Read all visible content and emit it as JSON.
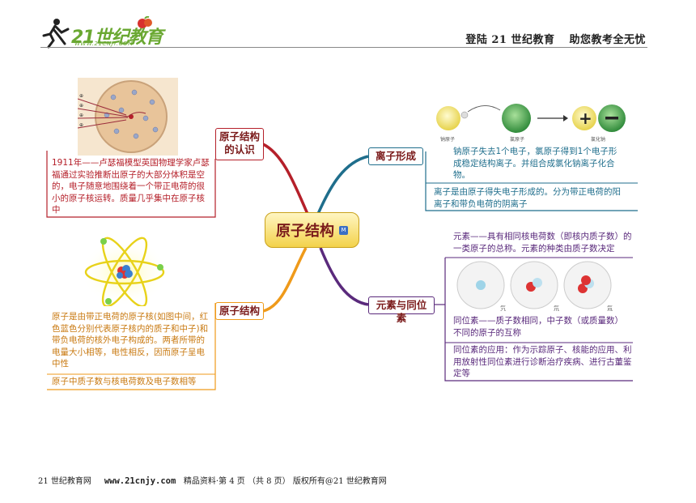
{
  "header": {
    "logo_text": "21世纪教育",
    "logo_url": "WWW.21CNJY.COM",
    "right_1": "登陆 21 世纪教育",
    "right_2": "助您教考全无忧"
  },
  "mindmap": {
    "center": "原子结构",
    "center_badge": "M",
    "branches": {
      "cognition": {
        "label": "原子结构的认识",
        "note": "1911年——卢瑟福模型英国物理学家卢瑟福通过实验推断出原子的大部分体积是空的，电子随意地围绕着一个带正电荷的很小的原子核运转。质量几乎集中在原子核中"
      },
      "structure": {
        "label": "原子结构",
        "note1": "原子是由带正电荷的原子核(如图中间，红色蓝色分别代表原子核内的质子和中子)和带负电荷的核外电子构成的。两者所带的电量大小相等，电性相反，因而原子呈电中性",
        "note2": "原子中质子数与核电荷数及电子数相等"
      },
      "ion": {
        "label": "离子形成",
        "note1": "钠原子失去1个电子，氯原子得到1个电子形成稳定结构离子。并组合成氯化钠离子化合物。",
        "note2": "离子是由原子得失电子形成的。分为带正电荷的阳离子和带负电荷的阴离子",
        "labels": [
          "钠原子",
          "氯原子",
          "氯化钠"
        ]
      },
      "element": {
        "label": "元素与同位素",
        "note1": "元素——具有相同核电荷数（即核内质子数）的一类原子的总称。元素的种类由质子数决定",
        "note2": "同位素——质子数相同，中子数（或质量数）不同的原子的互称",
        "note3": "同位素的应用：作为示踪原子、核能的应用、利用放射性同位素进行诊断治疗疾病、进行古董鉴定等",
        "isotopes": [
          "氕",
          "氘",
          "氚"
        ]
      }
    }
  },
  "footer": {
    "site": "21 世纪教育网",
    "url": "www.21cnjy.com",
    "info": "精品资料·第 4 页 （共 8 页） 版权所有@21 世纪教育网"
  },
  "colors": {
    "red": "#b5202a",
    "orange": "#ef9a1a",
    "teal": "#1f6e8c",
    "purple": "#5a2a7c",
    "logo_green": "#6aa832"
  }
}
